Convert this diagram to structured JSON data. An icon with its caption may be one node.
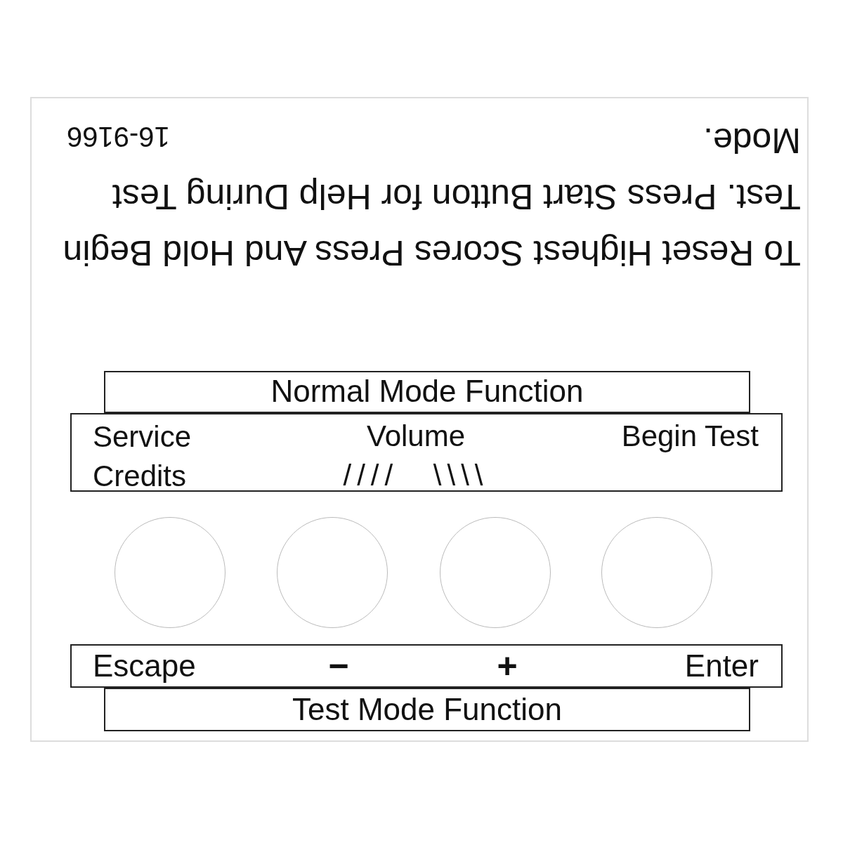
{
  "diagram": {
    "nodes": [
      {
        "text": [
          "Normal Mode Function"
        ]
      },
      {
        "text": [
          "Service Credits",
          "Volume",
          "//// \\\\\\\\",
          "Begin Test"
        ]
      },
      {
        "text": [],
        "shape": "circle"
      },
      {
        "text": [],
        "shape": "circle"
      },
      {
        "text": [],
        "shape": "circle"
      },
      {
        "text": [],
        "shape": "circle"
      },
      {
        "text": [
          "Escape",
          "−",
          "+",
          "Enter"
        ]
      },
      {
        "text": [
          "Test Mode Function"
        ]
      }
    ],
    "edges": [],
    "labels": [
      "To Reset Highest Scores Press And Hold Begin Test. Press Start Button for Help During Test Mode.",
      "16-9166"
    ]
  }
}
